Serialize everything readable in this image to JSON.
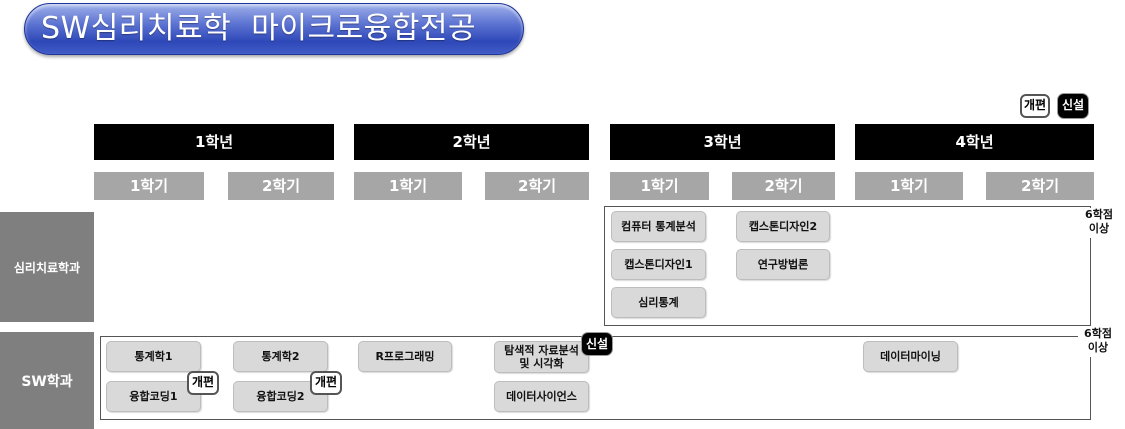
{
  "title": "SW심리치료학  마이크로융합전공",
  "legend": {
    "revised": "개편",
    "new": "신설"
  },
  "years": [
    "1학년",
    "2학년",
    "3학년",
    "4학년"
  ],
  "semesters": [
    "1학기",
    "2학기",
    "1학기",
    "2학기",
    "1학기",
    "2학기",
    "1학기",
    "2학기"
  ],
  "departments": {
    "psych": {
      "name": "심리치료학과",
      "credits": "6학점\n이상",
      "courses": [
        "컴퓨터 통계분석",
        "캡스톤디자인2",
        "캡스톤디자인1",
        "연구방법론",
        "심리통계"
      ]
    },
    "sw": {
      "name": "SW학과",
      "credits": "6학점\n이상",
      "courses": [
        "통계학1",
        "통계학2",
        "R프로그래밍",
        "탐색적 자료분석\n및 시각화",
        "융합코딩1",
        "융합코딩2",
        "데이터사이언스",
        "데이터마이닝"
      ]
    }
  },
  "tags": {
    "revised": "개편",
    "new": "신설"
  }
}
